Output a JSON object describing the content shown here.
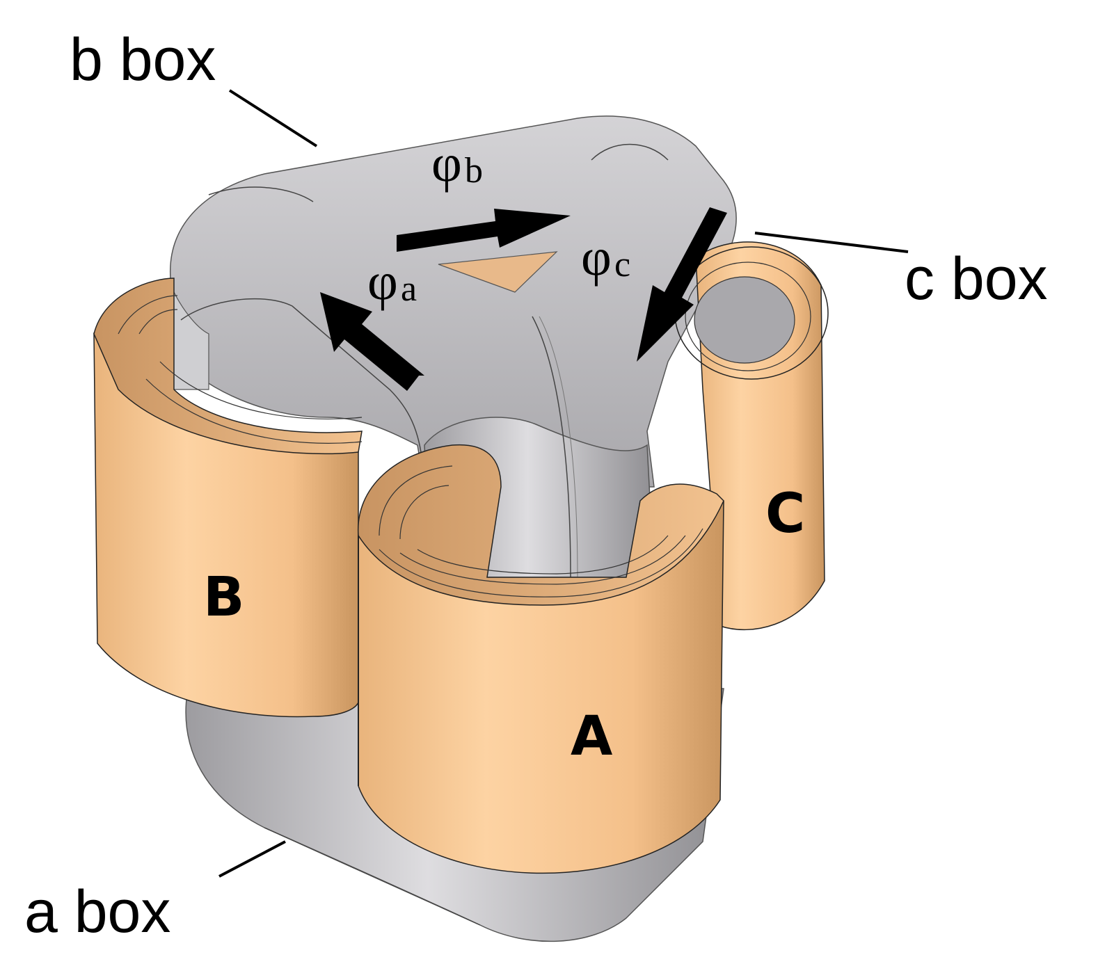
{
  "callouts": {
    "b": "b box",
    "c": "c box",
    "a": "a box"
  },
  "coils": {
    "A": "A",
    "B": "B",
    "C": "C"
  },
  "flux": {
    "symbol": "φ",
    "a": "a",
    "b": "b",
    "c": "c"
  },
  "colors": {
    "coil": "#F6C48F",
    "coil_dark": "#D9A36A",
    "core": "#B9B8BB",
    "core_light": "#DADADC",
    "core_dark": "#8E8D91",
    "arrow": "#000000"
  }
}
